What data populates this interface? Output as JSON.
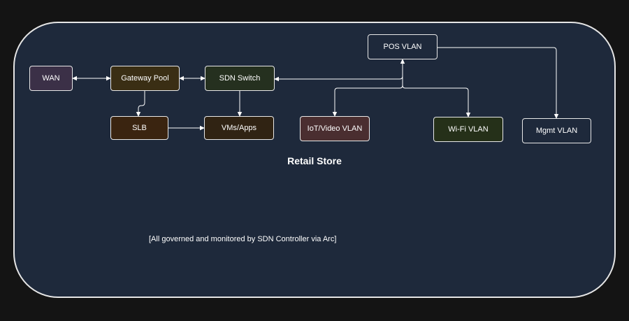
{
  "diagram": {
    "container_label": "Retail Store",
    "footnote": "[All governed and monitored by SDN Controller via Arc]",
    "nodes": {
      "wan": {
        "label": "WAN",
        "color": "#3b3047"
      },
      "gateway_pool": {
        "label": "Gateway Pool",
        "color": "#3a2e14"
      },
      "sdn_switch": {
        "label": "SDN Switch",
        "color": "#25301f"
      },
      "slb": {
        "label": "SLB",
        "color": "#3a2410"
      },
      "vms_apps": {
        "label": "VMs/Apps",
        "color": "#302313"
      },
      "pos_vlan": {
        "label": "POS VLAN",
        "color": "#1e293b"
      },
      "iot_video_vlan": {
        "label": "IoT/Video VLAN",
        "color": "#4a2e30"
      },
      "wifi_vlan": {
        "label": "Wi-Fi VLAN",
        "color": "#253019"
      },
      "mgmt_vlan": {
        "label": "Mgmt VLAN",
        "color": "#1e293b"
      }
    },
    "edges": [
      {
        "from": "WAN",
        "to": "Gateway Pool",
        "direction": "both"
      },
      {
        "from": "Gateway Pool",
        "to": "SDN Switch",
        "direction": "both"
      },
      {
        "from": "SDN Switch",
        "to": "POS VLAN",
        "direction": "both"
      },
      {
        "from": "Gateway Pool",
        "to": "SLB",
        "direction": "forward"
      },
      {
        "from": "SDN Switch",
        "to": "VMs/Apps",
        "direction": "forward"
      },
      {
        "from": "SLB",
        "to": "VMs/Apps",
        "direction": "forward"
      },
      {
        "from": "POS VLAN",
        "to": "IoT/Video VLAN",
        "direction": "both"
      },
      {
        "from": "POS VLAN",
        "to": "Wi-Fi VLAN",
        "direction": "both"
      },
      {
        "from": "POS VLAN",
        "to": "Mgmt VLAN",
        "direction": "forward"
      }
    ]
  }
}
